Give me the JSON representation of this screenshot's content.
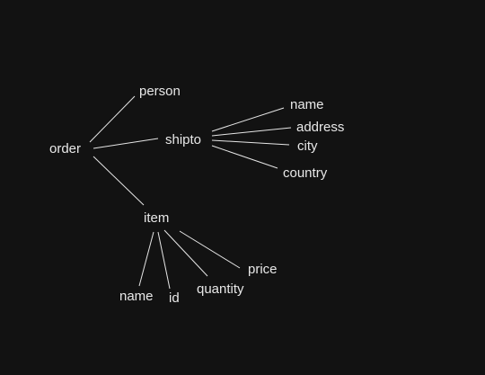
{
  "tree": {
    "root": "order",
    "person": "person",
    "shipto": "shipto",
    "item": "item",
    "shipto_children": [
      "name",
      "address",
      "city",
      "country"
    ],
    "item_children": [
      "name",
      "id",
      "quantity",
      "price"
    ]
  },
  "colors": {
    "background": "#121212",
    "text": "#e8e8e8",
    "line": "#e6e6e6"
  }
}
